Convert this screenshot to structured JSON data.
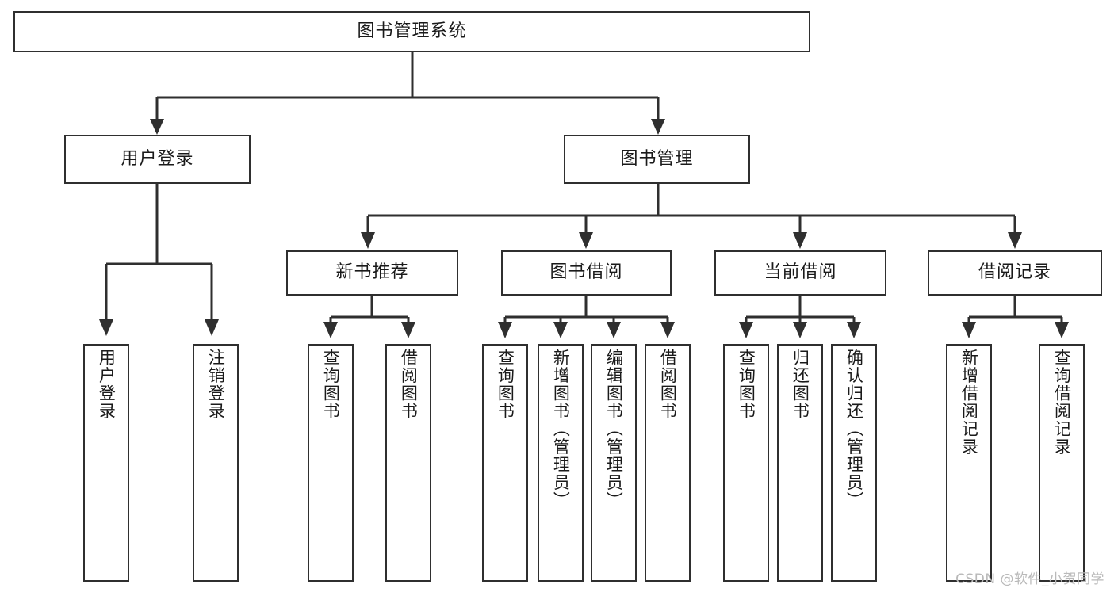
{
  "diagram": {
    "title_node": {
      "label": "图书管理系统"
    },
    "level2": [
      {
        "label": "用户登录"
      },
      {
        "label": "图书管理"
      }
    ],
    "level3": [
      {
        "label": "新书推荐"
      },
      {
        "label": "图书借阅"
      },
      {
        "label": "当前借阅"
      },
      {
        "label": "借阅记录"
      }
    ],
    "leaves": {
      "user_login": [
        {
          "label": "用户登录"
        },
        {
          "label": "注销登录"
        }
      ],
      "new_book_recommend": [
        {
          "label": "查询图书"
        },
        {
          "label": "借阅图书"
        }
      ],
      "book_borrow": [
        {
          "label": "查询图书"
        },
        {
          "label": "新增图书（管理员）"
        },
        {
          "label": "编辑图书（管理员）"
        },
        {
          "label": "借阅图书"
        }
      ],
      "current_borrow": [
        {
          "label": "查询图书"
        },
        {
          "label": "归还图书"
        },
        {
          "label": "确认归还（管理员）"
        }
      ],
      "borrow_record": [
        {
          "label": "新增借阅记录"
        },
        {
          "label": "查询借阅记录"
        }
      ]
    }
  },
  "watermark": {
    "text": "CSDN @软件_小贺同学"
  },
  "colors": {
    "border": "#2f2f2f",
    "background": "#ffffff",
    "text": "#1a1a1a",
    "watermark": "#b9b9b9"
  }
}
